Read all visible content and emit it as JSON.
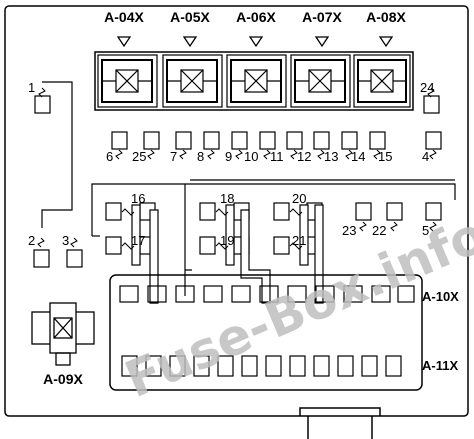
{
  "relay_labels": [
    "A-04X",
    "A-05X",
    "A-06X",
    "A-07X",
    "A-08X"
  ],
  "relay_09": "A-09X",
  "relay_10": "A-10X",
  "relay_11": "A-11X",
  "fuses": {
    "f1": "1",
    "f2": "2",
    "f3": "3",
    "f4": "4",
    "f5": "5",
    "f6": "6",
    "f7": "7",
    "f8": "8",
    "f9": "9",
    "f10": "10",
    "f11": "11",
    "f12": "12",
    "f13": "13",
    "f14": "14",
    "f15": "15",
    "f16": "16",
    "f17": "17",
    "f18": "18",
    "f19": "19",
    "f20": "20",
    "f21": "21",
    "f22": "22",
    "f23": "23",
    "f24": "24",
    "f25": "25"
  },
  "watermark": "Fuse-Box.info",
  "colors": {
    "line": "#000000",
    "watermark": "#bfbfbf"
  }
}
